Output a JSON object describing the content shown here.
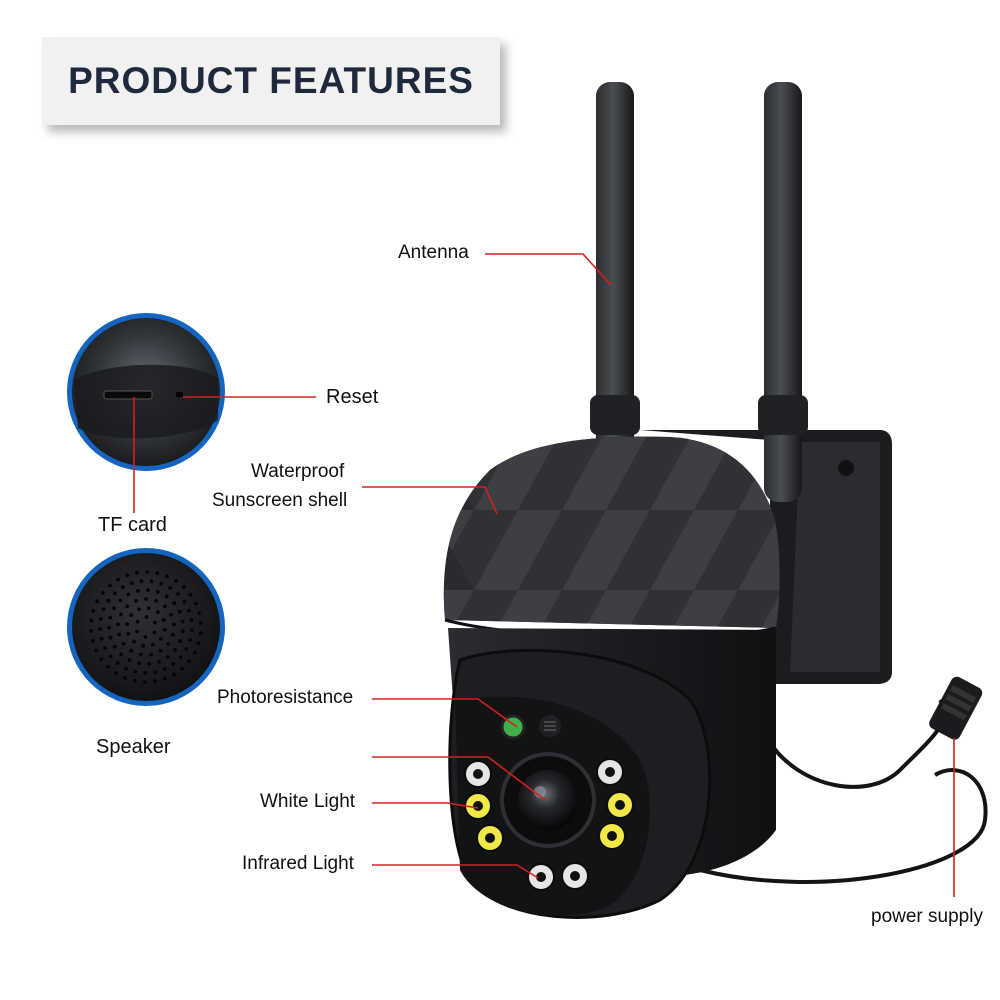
{
  "title": "PRODUCT FEATURES",
  "labels": {
    "antenna": "Antenna",
    "reset": "Reset",
    "tf_card": "TF card",
    "shell_line1": "Waterproof",
    "shell_line2": "Sunscreen shell",
    "speaker": "Speaker",
    "photoresistance": "Photoresistance",
    "white_light": "White Light",
    "infrared_light": "Infrared Light",
    "power_supply": "power supply"
  },
  "colors": {
    "callout_line": "#d42020",
    "title_text": "#1e2a3c",
    "title_bg": "#f1f1f1",
    "camera_body": "#1c1d20",
    "infrared_led": "#f2e84a",
    "white_led": "#e6e6e6",
    "photoresistor": "#3fb04a"
  },
  "icons": [
    "camera-product-image",
    "tf-card-slot-closeup",
    "speaker-grille-closeup"
  ]
}
